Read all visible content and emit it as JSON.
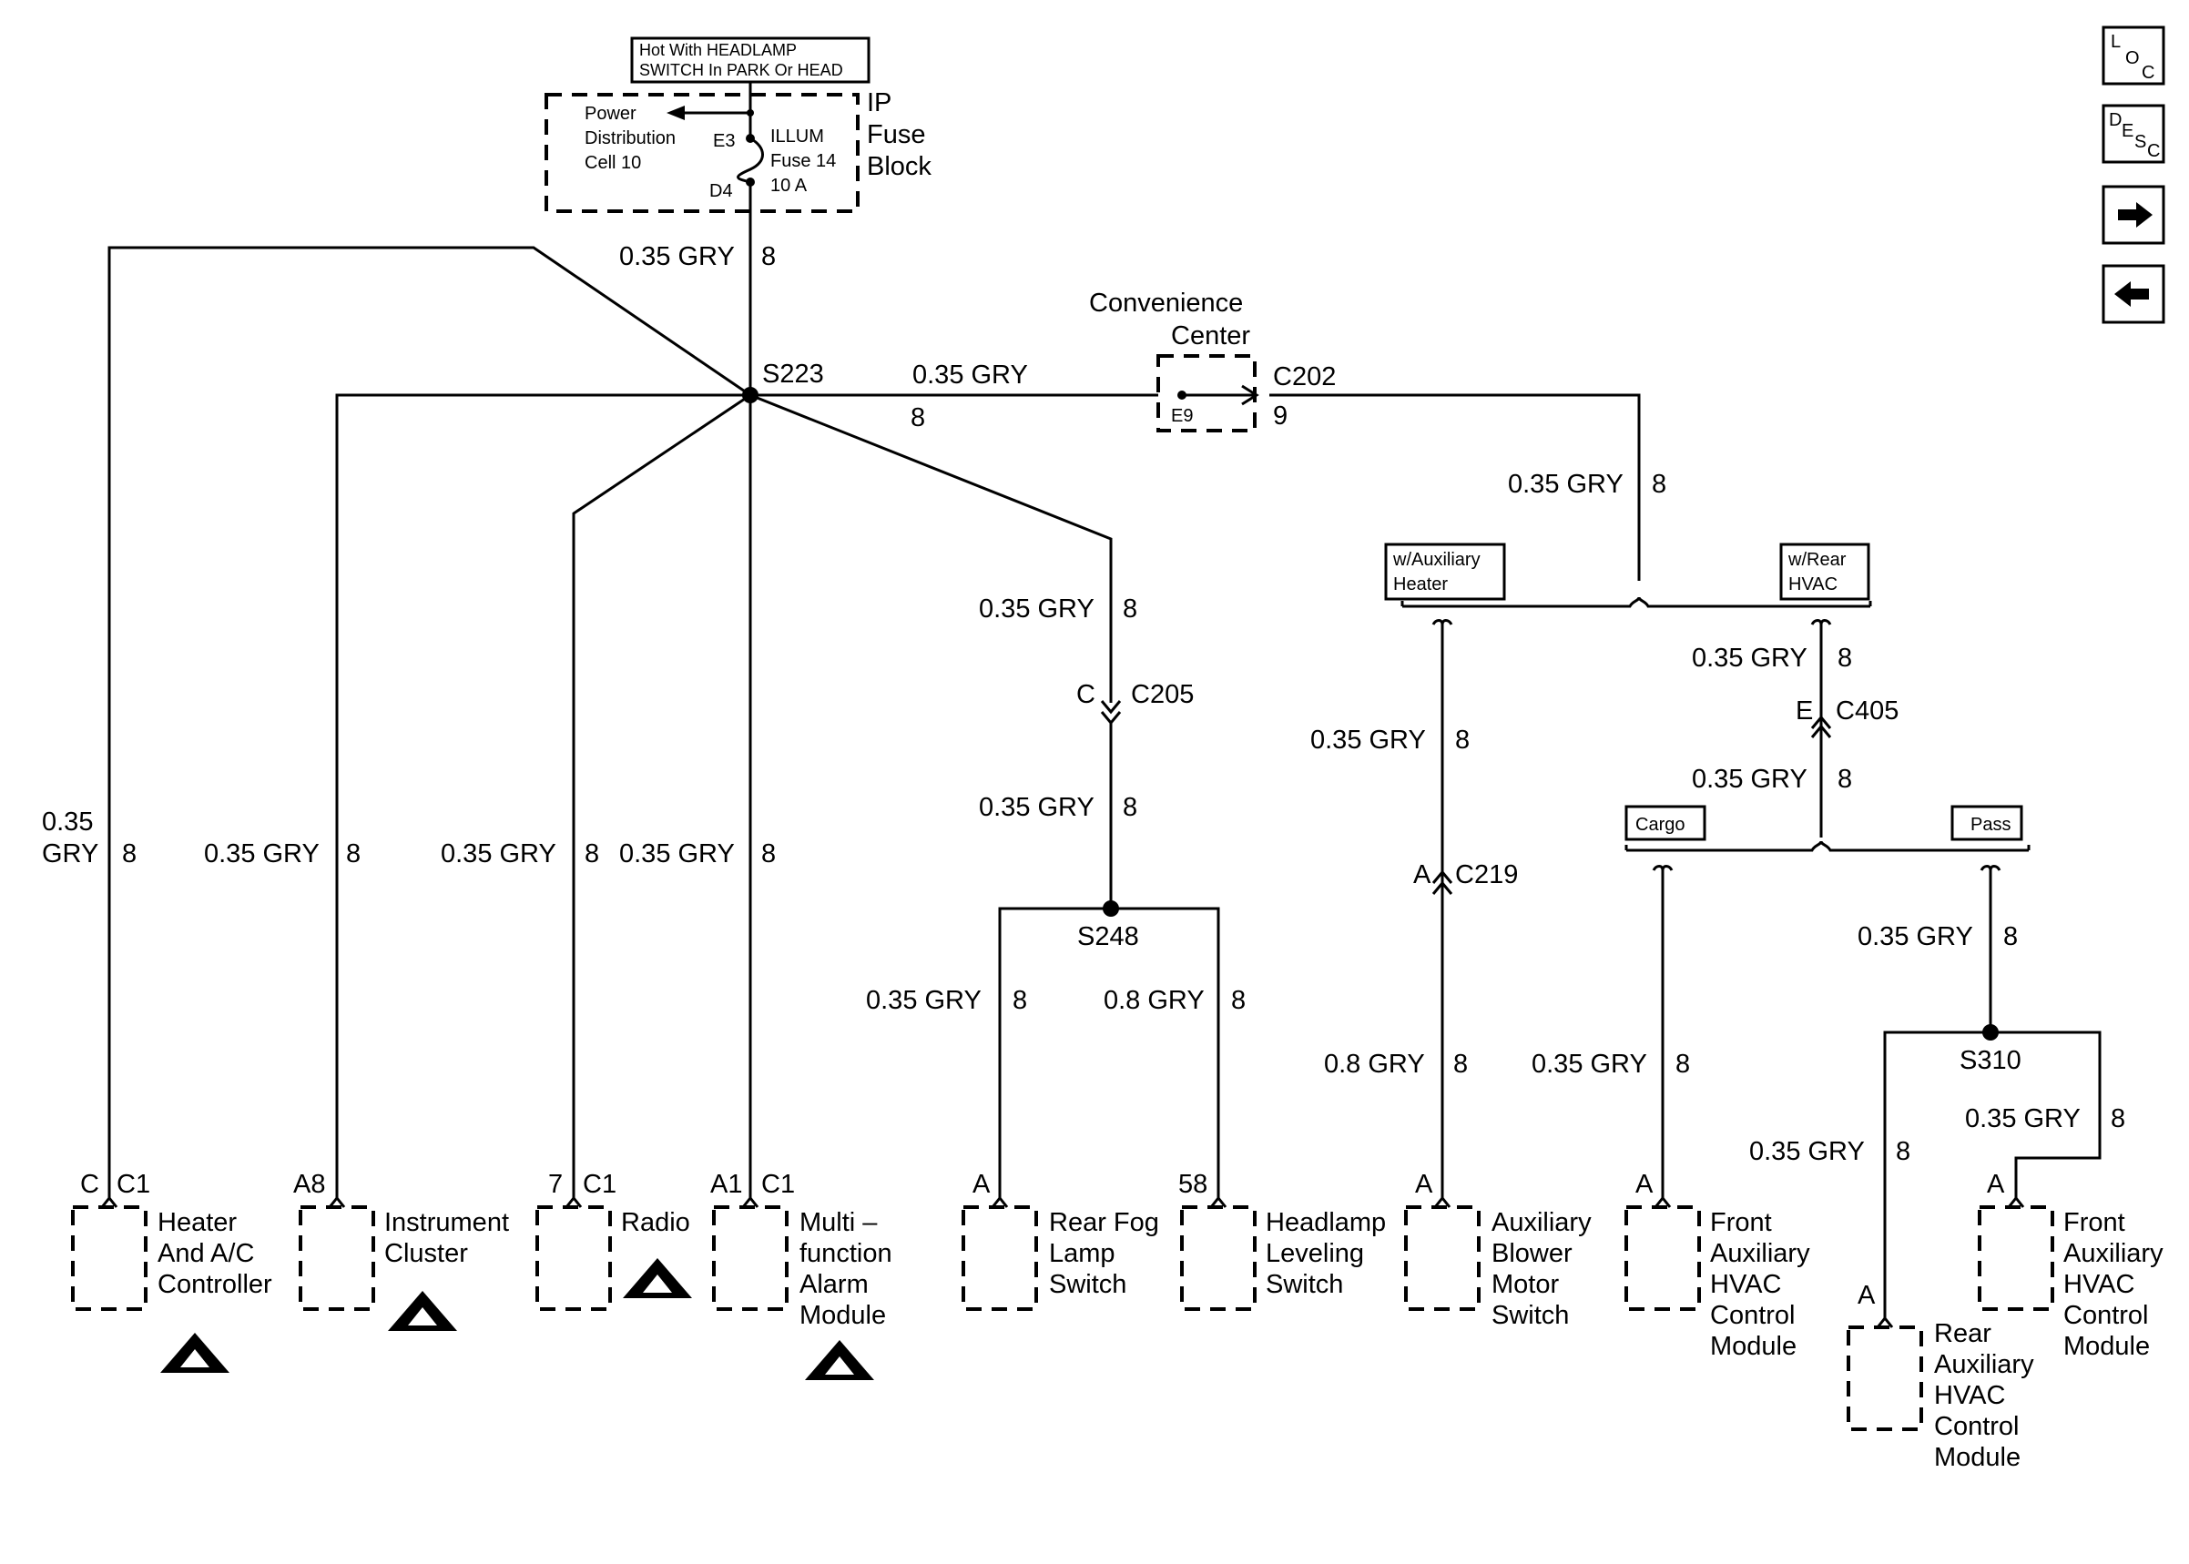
{
  "notes": {
    "hot_with_1": "Hot With HEADLAMP",
    "hot_with_2": "SWITCH In PARK Or HEAD",
    "aux_heater_1": "w/Auxiliary",
    "aux_heater_2": "Heater",
    "rear_hvac_1": "w/Rear",
    "rear_hvac_2": "HVAC",
    "cargo": "Cargo",
    "pass": "Pass"
  },
  "fuse_block": {
    "title_1": "IP",
    "title_2": "Fuse",
    "title_3": "Block",
    "pd_1": "Power",
    "pd_2": "Distribution",
    "pd_3": "Cell 10",
    "fuse_1": "ILLUM",
    "fuse_2": "Fuse 14",
    "fuse_3": "10 A",
    "pin_e3": "E3",
    "pin_d4": "D4"
  },
  "convenience_center": {
    "title_1": "Convenience",
    "title_2": "Center",
    "pin": "E9",
    "connector": "C202",
    "cavity": "9"
  },
  "splices": {
    "s223": "S223",
    "s248": "S248",
    "s310": "S310"
  },
  "connectors": {
    "c205": "C205",
    "c205_pin": "C",
    "c219": "C219",
    "c219_pin": "A",
    "c405": "C405",
    "c405_pin": "E"
  },
  "wires": {
    "w_035": "0.35 GRY",
    "w_08": "0.8 GRY",
    "w_035_a": "0.35",
    "w_gry": "GRY",
    "circuit": "8"
  },
  "components": {
    "heater": {
      "l1": "Heater",
      "l2": "And A/C",
      "l3": "Controller",
      "pin": "C",
      "conn": "C1"
    },
    "cluster": {
      "l1": "Instrument",
      "l2": "Cluster",
      "pin": "A8"
    },
    "radio": {
      "l1": "Radio",
      "pin": "7",
      "conn": "C1"
    },
    "alarm": {
      "l1": "Multi –",
      "l2": "function",
      "l3": "Alarm",
      "l4": "Module",
      "pin": "A1",
      "conn": "C1"
    },
    "fog": {
      "l1": "Rear Fog",
      "l2": "Lamp",
      "l3": "Switch",
      "pin": "A"
    },
    "leveling": {
      "l1": "Headlamp",
      "l2": "Leveling",
      "l3": "Switch",
      "pin": "58"
    },
    "blower": {
      "l1": "Auxiliary",
      "l2": "Blower",
      "l3": "Motor",
      "l4": "Switch",
      "pin": "A"
    },
    "front_cargo": {
      "l1": "Front",
      "l2": "Auxiliary",
      "l3": "HVAC",
      "l4": "Control",
      "l5": "Module",
      "pin": "A"
    },
    "rear_aux": {
      "l1": "Rear",
      "l2": "Auxiliary",
      "l3": "HVAC",
      "l4": "Control",
      "l5": "Module",
      "pin": "A"
    },
    "front_pass": {
      "l1": "Front",
      "l2": "Auxiliary",
      "l3": "HVAC",
      "l4": "Control",
      "l5": "Module",
      "pin": "A"
    }
  },
  "nav": {
    "loc_icon": "loc-icon",
    "desc_icon": "desc-icon",
    "next_icon": "arrow-right-icon",
    "prev_icon": "arrow-left-icon"
  }
}
